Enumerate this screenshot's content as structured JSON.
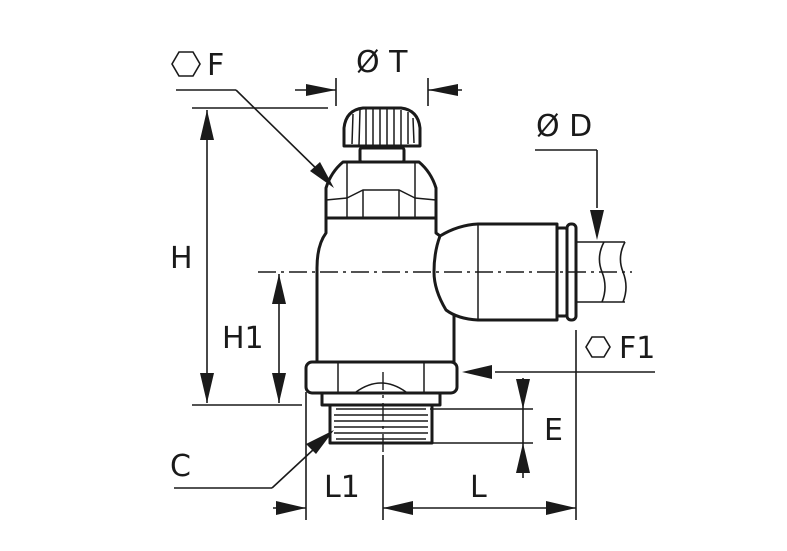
{
  "labels": {
    "F": "F",
    "T": "Ø T",
    "D": "Ø D",
    "H": "H",
    "H1": "H1",
    "F1": "F1",
    "E": "E",
    "C": "C",
    "L1": "L1",
    "L": "L"
  },
  "icons": {
    "F_symbol": "hexagon-icon",
    "F1_symbol": "hexagon-icon"
  }
}
